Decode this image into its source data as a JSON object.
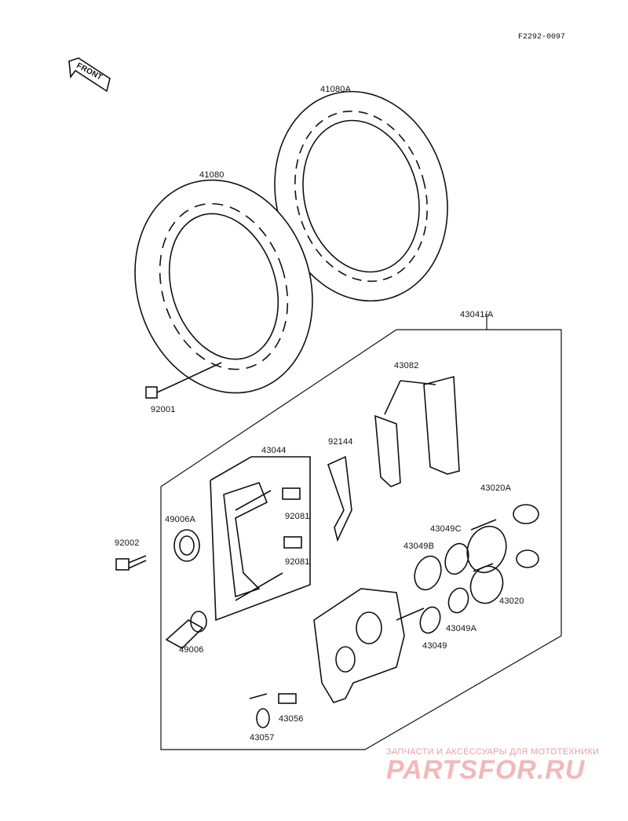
{
  "diagram_code": "F2292-0097",
  "front_arrow_label": "FRONT",
  "parts": {
    "disc_a": "41080A",
    "disc": "41080",
    "disc_bolt": "92001",
    "caliper_assy": "43041/A",
    "pads": "43082",
    "spring": "92144",
    "bracket": "43044",
    "bracket_clip_1": "92081",
    "bracket_clip_2": "92081",
    "boot": "49006A",
    "bolt": "92002",
    "pin": "49006",
    "piston_a": "43020A",
    "seal_c": "43049C",
    "seal_b": "43049B",
    "piston": "43020",
    "seal_a": "43049A",
    "seal": "43049",
    "bleeder": "43056",
    "cap": "43057"
  },
  "watermark": {
    "subtitle": "ЗАПЧАСТИ И АКСЕССУАРЫ ДЛЯ МОТОТЕХНИКИ",
    "logo": "PARTSFOR.RU"
  }
}
